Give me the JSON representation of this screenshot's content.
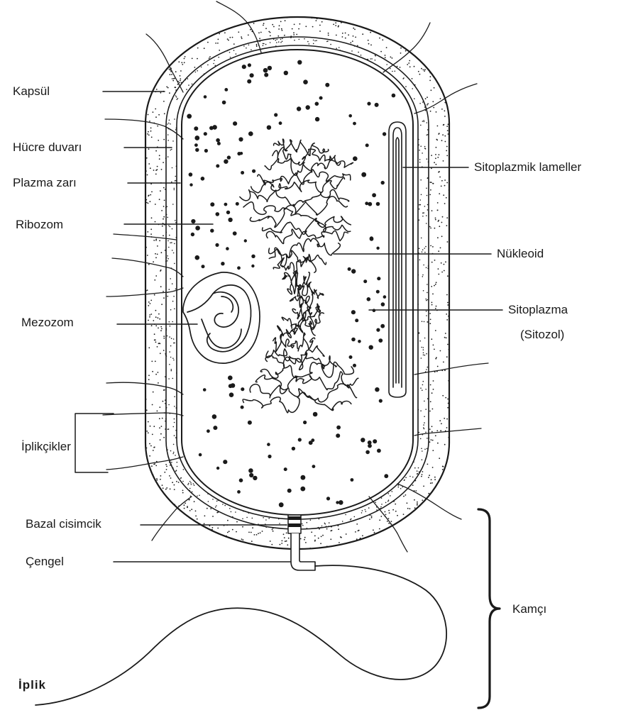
{
  "labels": {
    "kapsul": "Kapsül",
    "hucre_duvari": "Hücre duvarı",
    "plazma_zari": "Plazma zarı",
    "ribozom": "Ribozom",
    "mezozom": "Mezozom",
    "iplikcikler": "İplikçikler",
    "bazal_cisimcik": "Bazal cisimcik",
    "cengel": "Çengel",
    "iplik": "İplik",
    "sitoplazmik_lameller": "Sitoplazmik lameller",
    "nukleoid": "Nükleoid",
    "sitoplazma": "Sitoplazma",
    "sitozol": "(Sitozol)",
    "kamci": "Kamçı"
  },
  "colors": {
    "ink": "#1a1a1a",
    "background": "#ffffff"
  }
}
